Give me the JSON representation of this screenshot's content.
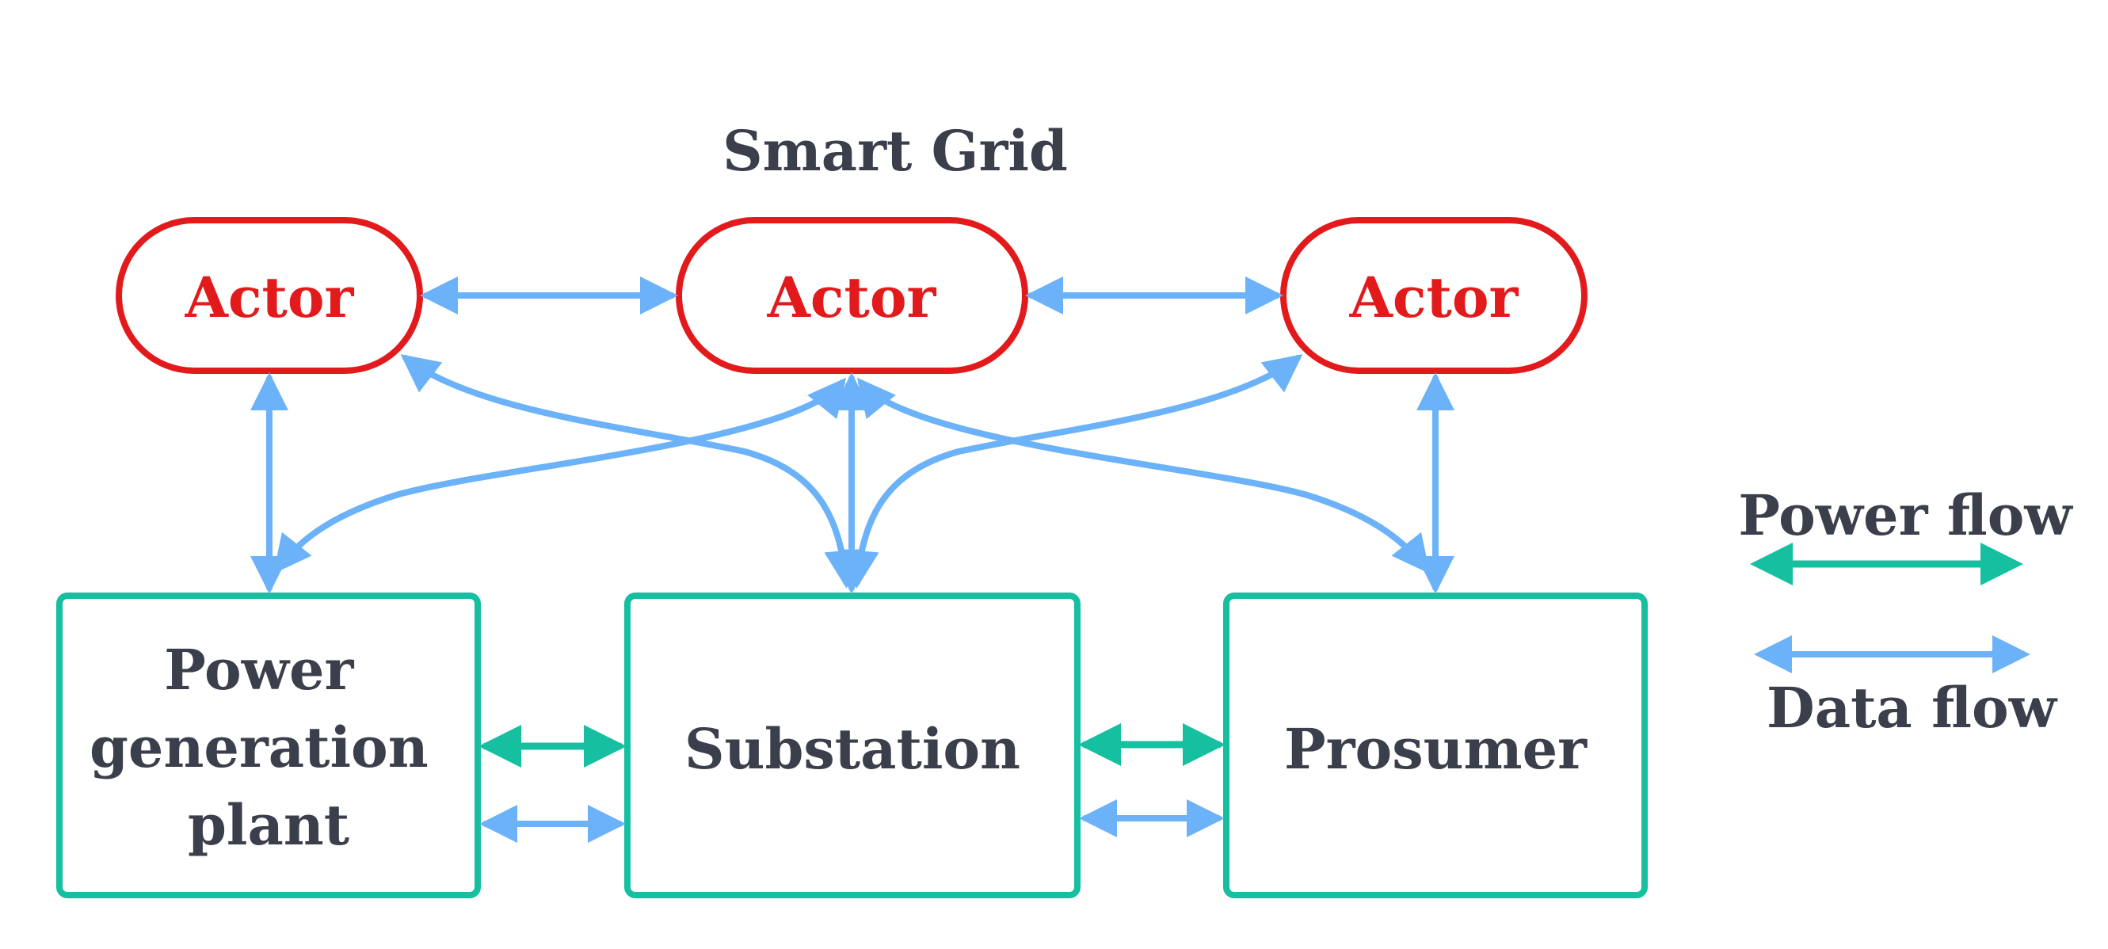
{
  "title": "Smart Grid",
  "actors": [
    {
      "label": "Actor"
    },
    {
      "label": "Actor"
    },
    {
      "label": "Actor"
    }
  ],
  "nodes": [
    {
      "lines": [
        "Power",
        "generation",
        "plant"
      ]
    },
    {
      "lines": [
        "Substation"
      ]
    },
    {
      "lines": [
        "Prosumer"
      ]
    }
  ],
  "legend": {
    "power_label": "Power flow",
    "data_label": "Data flow"
  },
  "colors": {
    "actor": "#e31a1c",
    "node_border": "#16bfa0",
    "power_flow": "#16bfa0",
    "data_flow": "#6cb2f8",
    "text": "#3a3f4b"
  }
}
